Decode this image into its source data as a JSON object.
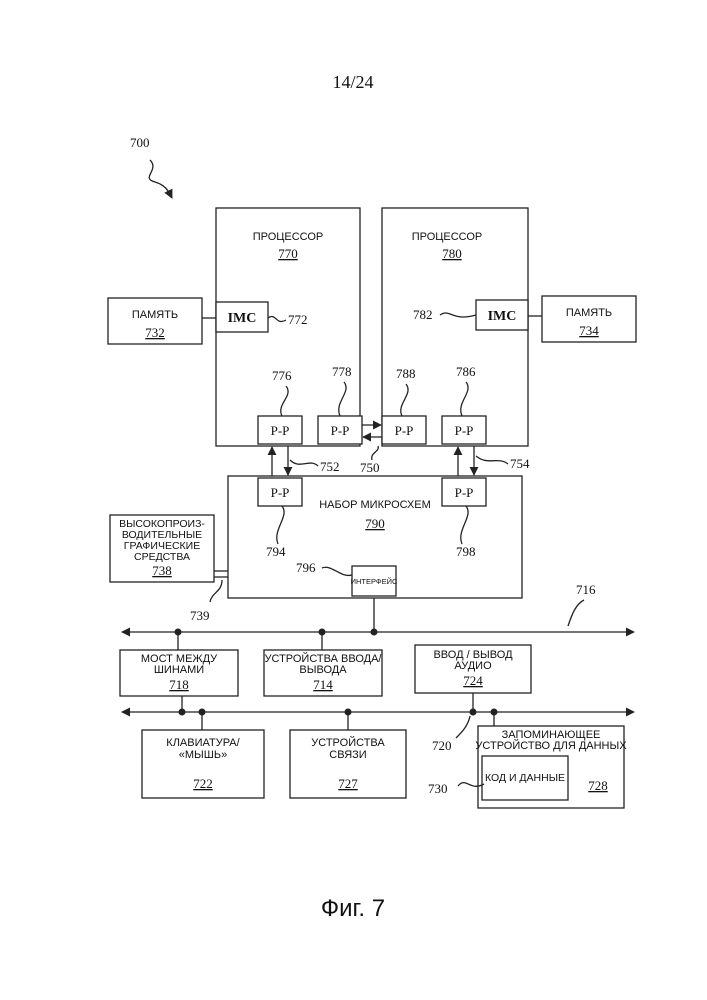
{
  "page_number": "14/24",
  "figure_caption": "Фиг. 7",
  "system_ref": "700",
  "processors": [
    {
      "title": "ПРОЦЕССОР",
      "ref": "770",
      "imc": "IMC",
      "imc_ref": "772",
      "pp_left": "P-P",
      "pp_left_ref": "776",
      "pp_right": "P-P",
      "pp_right_ref": "778"
    },
    {
      "title": "ПРОЦЕССОР",
      "ref": "780",
      "imc": "IMC",
      "imc_ref": "782",
      "pp_left": "P-P",
      "pp_left_ref": "788",
      "pp_right": "P-P",
      "pp_right_ref": "786"
    }
  ],
  "memories": [
    {
      "title": "ПАМЯТЬ",
      "ref": "732"
    },
    {
      "title": "ПАМЯТЬ",
      "ref": "734"
    }
  ],
  "link_refs": {
    "p2p_link": "750",
    "chip_link_left": "752",
    "chip_link_right": "754"
  },
  "chipset": {
    "title": "НАБОР МИКРОСХЕМ",
    "ref": "790",
    "pp_left": "P-P",
    "pp_left_ref": "794",
    "pp_right": "P-P",
    "pp_right_ref": "798",
    "interface": "ИНТЕРФЕЙС",
    "interface_ref": "796"
  },
  "graphics": {
    "line1": "ВЫСОКОПРОИЗ-",
    "line2": "ВОДИТЕЛЬНЫЕ",
    "line3": "ГРАФИЧЕСКИЕ",
    "line4": "СРЕДСТВА",
    "ref": "738",
    "link_ref": "739"
  },
  "bus_refs": {
    "bus1": "716",
    "bus2": "720"
  },
  "devices": {
    "bridge": {
      "line1": "МОСТ МЕЖДУ",
      "line2": "ШИНАМИ",
      "ref": "718"
    },
    "io": {
      "line1": "УСТРОЙСТВА ВВОДА/",
      "line2": "ВЫВОДА",
      "ref": "714"
    },
    "audio": {
      "line1": "ВВОД / ВЫВОД",
      "line2": "АУДИО",
      "ref": "724"
    },
    "keyboard": {
      "line1": "КЛАВИАТУРА/",
      "line2": "«МЫШЬ»",
      "ref": "722"
    },
    "comm": {
      "line1": "УСТРОЙСТВА",
      "line2": "СВЯЗИ",
      "ref": "727"
    },
    "storage": {
      "line1": "ЗАПОМИНАЮЩЕЕ",
      "line2": "УСТРОЙСТВО ДЛЯ ДАННЫХ",
      "ref": "728",
      "code": "КОД И ДАННЫЕ",
      "code_ref": "730"
    }
  }
}
